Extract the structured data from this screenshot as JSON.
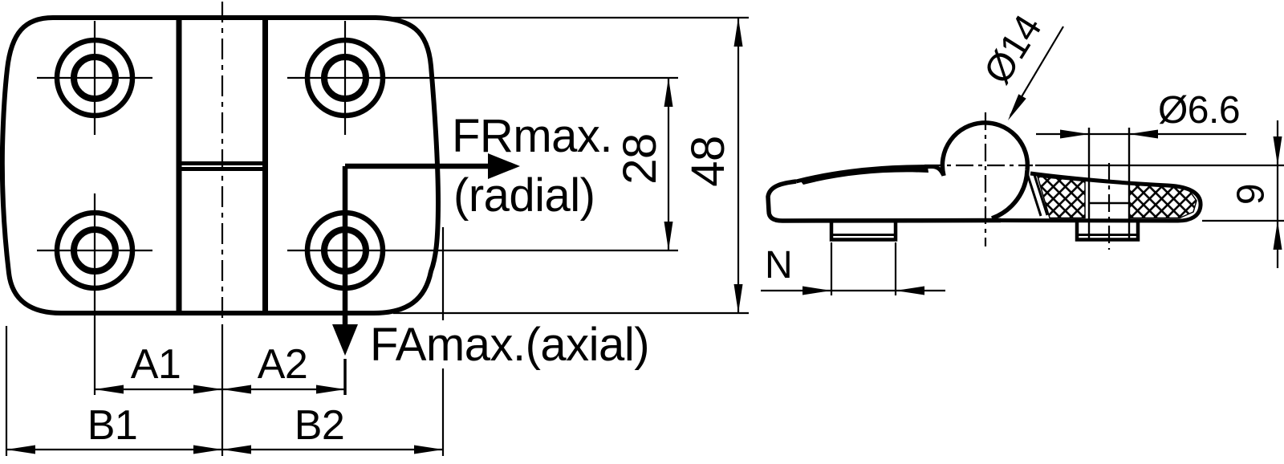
{
  "front_view": {
    "force_labels": {
      "radial_force": "FRmax.",
      "radial_qualifier": "(radial)",
      "axial_force": "FAmax.(axial)"
    },
    "dimensions": {
      "hole_spacing": "28",
      "overall_height": "48",
      "a1": "A1",
      "a2": "A2",
      "b1": "B1",
      "b2": "B2"
    }
  },
  "side_view": {
    "dimensions": {
      "knuckle_diameter": "Ø14",
      "hole_diameter": "Ø6.6",
      "profile_height": "9",
      "tab_width": "N"
    }
  },
  "colors": {
    "ink": "#000000",
    "paper": "#ffffff"
  }
}
